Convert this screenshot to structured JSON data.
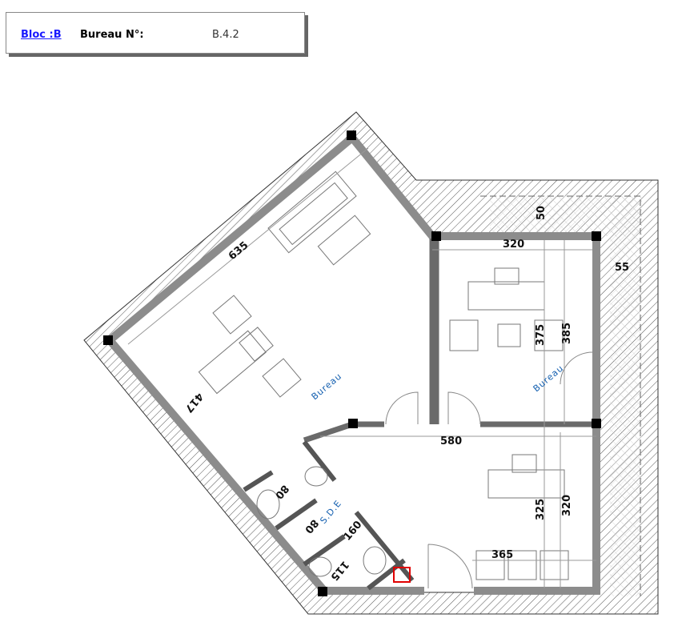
{
  "header": {
    "bloc_link": "Bloc :B",
    "bureau_label": "Bureau N°:",
    "bureau_number": "B.4.2"
  },
  "plan": {
    "rooms": {
      "bureau_left": "Bureau",
      "bureau_right": "Bureau",
      "sde": "S.D.E"
    },
    "dimensions": {
      "d635": "635",
      "d417": "417",
      "d320_top": "320",
      "d50": "50",
      "d55": "55",
      "d375": "375",
      "d385": "385",
      "d580": "580",
      "d325": "325",
      "d320_right": "320",
      "d365": "365",
      "d80a": "80",
      "d80b": "80",
      "d160": "160",
      "d115": "115"
    },
    "colors": {
      "wall": "#8c8c8c",
      "hatch": "#555555",
      "room_label": "#1560b0",
      "marker": "#e00000"
    }
  }
}
